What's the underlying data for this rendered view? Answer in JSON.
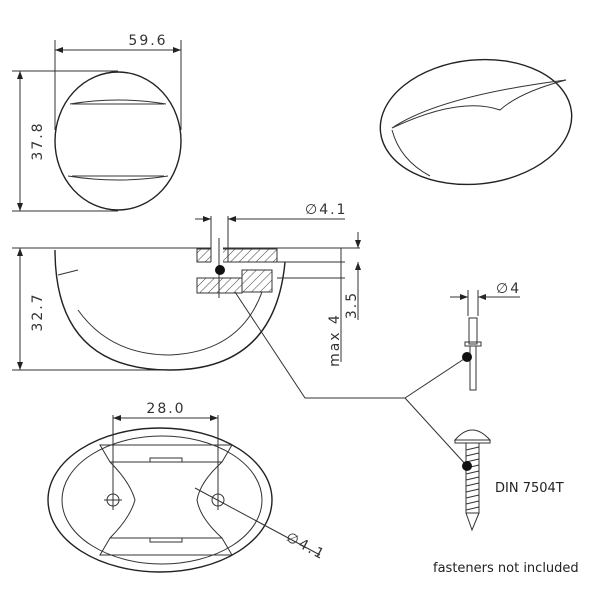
{
  "dimensions": {
    "width": "59.6",
    "height": "37.8",
    "depth": "32.7",
    "hole_dia_top": "∅4.1",
    "panel_35": "3.5",
    "panel_max": "max 4",
    "rivet_dia": "∅4",
    "hole_spacing": "28.0",
    "hole_dia_bottom": "∅4.1"
  },
  "labels": {
    "screw_standard": "DIN 7504T",
    "fasteners_note": "fasteners not included"
  },
  "colors": {
    "line": "#333333",
    "background": "#ffffff"
  }
}
